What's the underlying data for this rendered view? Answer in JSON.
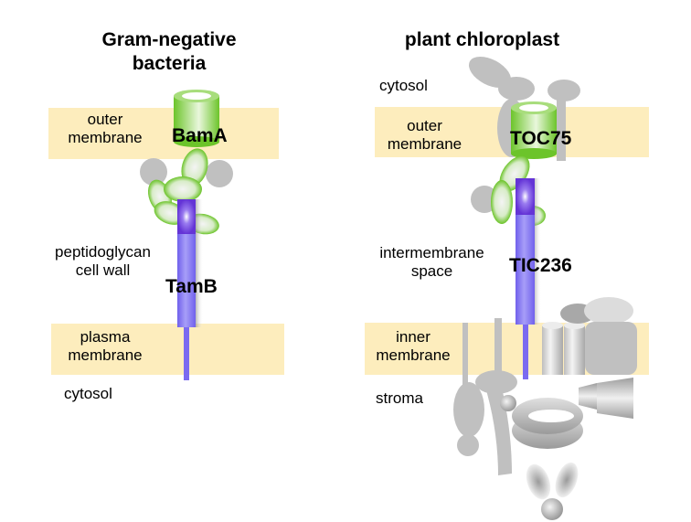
{
  "colors": {
    "membrane": "#fdedbd",
    "bama_green": "#6cc42a",
    "tamb_purple": "#7b6af0",
    "tamb_dark": "#6a38d8",
    "protein_gray": "#c0c0c0"
  },
  "left_panel": {
    "title_line1": "Gram-negative",
    "title_line2": "bacteria",
    "outer_membrane_line1": "outer",
    "outer_membrane_line2": "membrane",
    "periplasm_line1": "peptidoglycan",
    "periplasm_line2": "cell wall",
    "plasma_membrane_line1": "plasma",
    "plasma_membrane_line2": "membrane",
    "cytosol": "cytosol",
    "barrel_protein": "BamA",
    "rod_protein": "TamB"
  },
  "right_panel": {
    "title": "plant chloroplast",
    "cytosol": "cytosol",
    "outer_membrane_line1": "outer",
    "outer_membrane_line2": "membrane",
    "ims_line1": "intermembrane",
    "ims_line2": "space",
    "inner_membrane_line1": "inner",
    "inner_membrane_line2": "membrane",
    "stroma": "stroma",
    "barrel_protein": "TOC75",
    "rod_protein": "TIC236"
  }
}
